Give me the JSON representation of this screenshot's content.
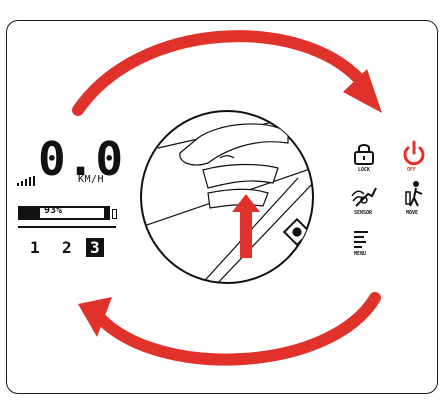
{
  "display": {
    "speed_value": "0.0",
    "speed_unit": "KM/H",
    "battery_percent": "93%",
    "assist_levels": [
      "1",
      "2",
      "3"
    ],
    "active_level": "3"
  },
  "buttons": {
    "lock_label": "LOCK",
    "off_label": "OFF",
    "sensor_label": "SENSOR",
    "move_label": "MOVE",
    "menu_label": "MENU"
  },
  "colors": {
    "arrow_red": "#e0322b",
    "power_red": "#e0322b",
    "ink": "#111111"
  },
  "icons": [
    "signal-bars-icon",
    "lock-icon",
    "power-icon",
    "sensor-icon",
    "move-icon",
    "menu-icon",
    "rotate-arrow-top",
    "rotate-arrow-bottom",
    "push-up-arrow-icon",
    "camera-lens-icon"
  ]
}
